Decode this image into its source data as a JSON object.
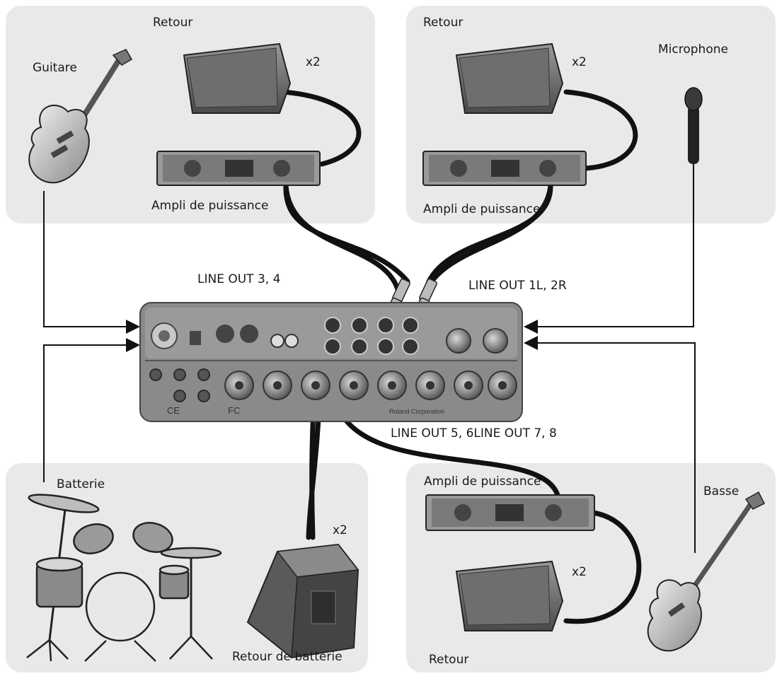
{
  "labels": {
    "retour_tl": "Retour",
    "retour_tr": "Retour",
    "retour_br": "Retour",
    "x2_tl": "x2",
    "x2_tr": "x2",
    "x2_drum": "x2",
    "x2_br": "x2",
    "guitare": "Guitare",
    "microphone": "Microphone",
    "ampli_tl": "Ampli de puissance",
    "ampli_tr": "Ampli de puissance",
    "ampli_br": "Ampli de puissance",
    "line_out_34": "LINE OUT 3, 4",
    "line_out_12": "LINE OUT 1L, 2R",
    "line_out_56_78": "LINE OUT 5, 6LINE OUT 7, 8",
    "batterie": "Batterie",
    "basse": "Basse",
    "retour_batterie": "Retour de batterie"
  },
  "device": {
    "brand_text": "Roland Corporation",
    "cert_fc": "FC",
    "cert_ce": "CE"
  },
  "colors": {
    "panel": "#e9e9e9",
    "device_body": "#8a8a8a",
    "device_dark": "#5c5c5c",
    "cable": "#111111"
  }
}
